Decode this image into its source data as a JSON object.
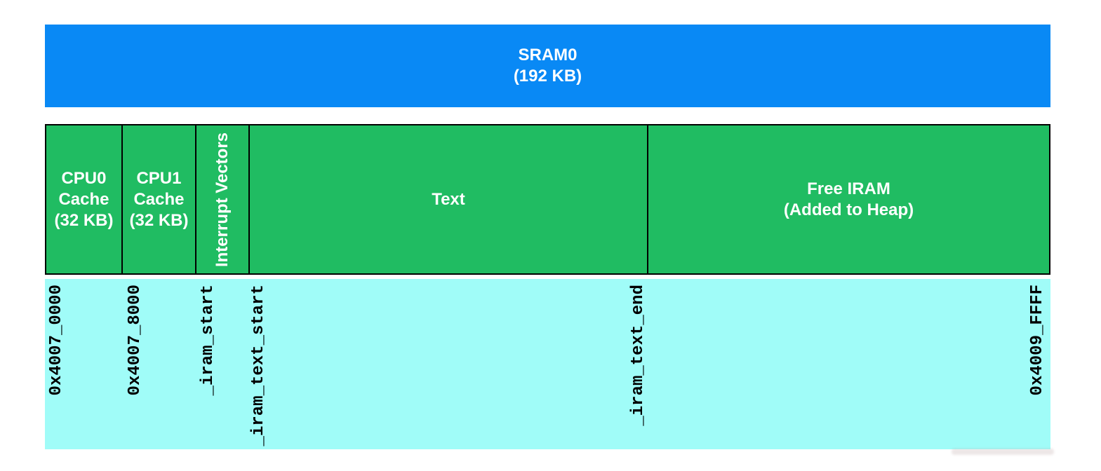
{
  "diagram": {
    "sram_bar": {
      "label": "SRAM0\n(192 KB)"
    },
    "segments": [
      {
        "label": "CPU0\nCache\n(32 KB)"
      },
      {
        "label": "CPU1\nCache\n(32 KB)"
      },
      {
        "label": "Interrupt Vectors"
      },
      {
        "label": "Text"
      },
      {
        "label": "Free IRAM\n(Added to Heap)"
      }
    ],
    "address_labels": [
      "0x4007_0000",
      "0x4007_8000",
      "_iram_start",
      "_iram_text_start",
      "_iram_text_end",
      "0x4009_FFFF"
    ],
    "colors": {
      "sram": "#0989F5",
      "segment": "#20BC62",
      "address_strip": "#A0FCF8",
      "border": "#000000",
      "header_text": "#FFFFFF",
      "address_text": "#000000"
    }
  }
}
